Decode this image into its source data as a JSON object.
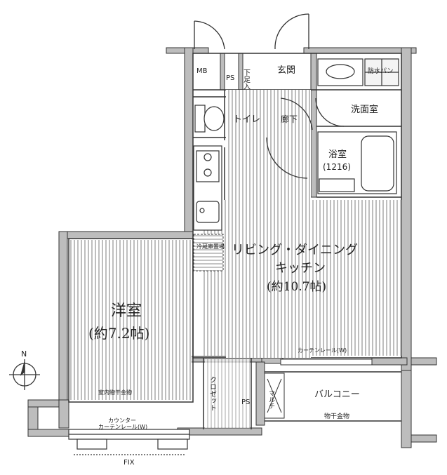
{
  "labels": {
    "mb": "MB",
    "ps_top": "PS",
    "shoe_box": "下足入",
    "entrance": "玄関",
    "washbasin_pan": "防水パン",
    "toilet": "トイレ",
    "corridor": "廊下",
    "washroom": "洗面室",
    "bath": "浴室",
    "bath_size": "(1216)",
    "ldk_line1": "リビング・ダイニング",
    "ldk_line2": "キッチン",
    "ldk_size": "(約10.7帖)",
    "western_room": "洋室",
    "western_size": "(約7.2帖)",
    "closet": "クロゼット",
    "ps_bottom": "PS",
    "balcony": "バルコニー",
    "multi": "マルチ",
    "curtain_rail_w": "カーテンレール(W)",
    "indoor_dryer": "室内物干金物",
    "counter": "カウンター",
    "curtain_rail_bottom": "カーテンレール(W)",
    "outdoor_dryer": "物干金物",
    "fix": "FIX",
    "storage": "冷蔵庫置場",
    "north": "N"
  }
}
